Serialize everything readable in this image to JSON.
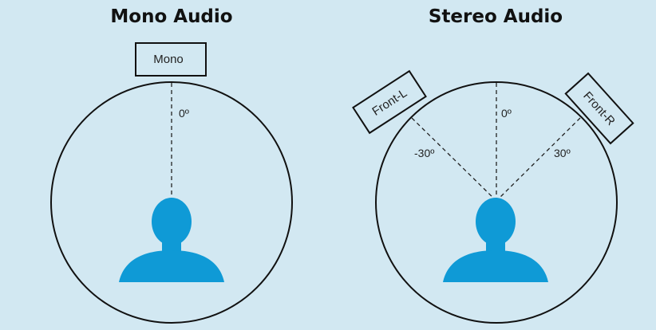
{
  "mono": {
    "title": "Mono Audio",
    "speaker_label": "Mono",
    "center_angle": "0º"
  },
  "stereo": {
    "title": "Stereo Audio",
    "left_speaker_label": "Front-L",
    "right_speaker_label": "Front-R",
    "center_angle": "0º",
    "left_angle": "-30º",
    "right_angle": "30º"
  },
  "colors": {
    "background": "#d2e8f2",
    "listener": "#0f9ad6",
    "line": "#111111"
  },
  "icons": {
    "listener": "person-head-icon"
  }
}
